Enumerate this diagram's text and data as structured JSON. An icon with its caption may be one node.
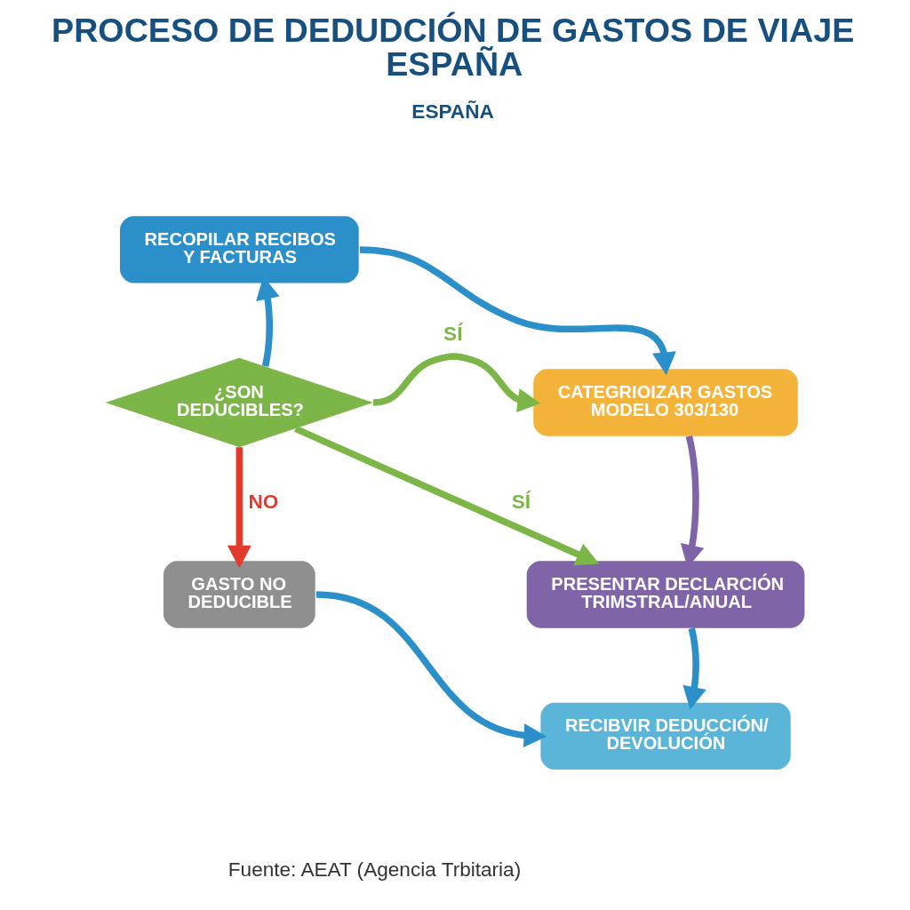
{
  "diagram": {
    "title": "PROCESO DE DEDUDCIÓN DE GASTOS DE VIAJE ESPAÑA",
    "caption": "Fuente: AEAT (Agencia Trbitaria)",
    "nodes": [
      {
        "text": [
          "RECOPILAR RECIBOS Y FACTURAS"
        ]
      },
      {
        "text": [
          "¿SON DEDUCIBLES?"
        ]
      },
      {
        "text": [
          "CATEGRIOIZAR GASTOS MODELO 303/130"
        ]
      },
      {
        "text": [
          "GASTO NO DEDUCIBLE"
        ]
      },
      {
        "text": [
          "PRESENTAR DECLARCIÓN TRIMSTRAL/ANUAL"
        ]
      },
      {
        "text": [
          "RECIBVIR DEDUCCIÓN/ DEVOLUCIÓN"
        ]
      }
    ],
    "edges": [
      {
        "from": 0,
        "to": 2,
        "arrow": "to"
      },
      {
        "from": 1,
        "to": 0,
        "arrow": "to"
      },
      {
        "from": 1,
        "to": 2,
        "arrow": "to",
        "label": "SÍ",
        "color": "#7cb648"
      },
      {
        "from": 1,
        "to": 4,
        "arrow": "to",
        "label": "SÍ",
        "color": "#7cb648"
      },
      {
        "from": 1,
        "to": 3,
        "arrow": "to",
        "label": "NO",
        "color": "#e23b2e"
      },
      {
        "from": 2,
        "to": 4,
        "arrow": "to",
        "color": "#8064a8"
      },
      {
        "from": 4,
        "to": 5,
        "arrow": "to"
      },
      {
        "from": 3,
        "to": 5,
        "arrow": "to"
      }
    ],
    "labels": [
      "ESPAÑA"
    ]
  }
}
